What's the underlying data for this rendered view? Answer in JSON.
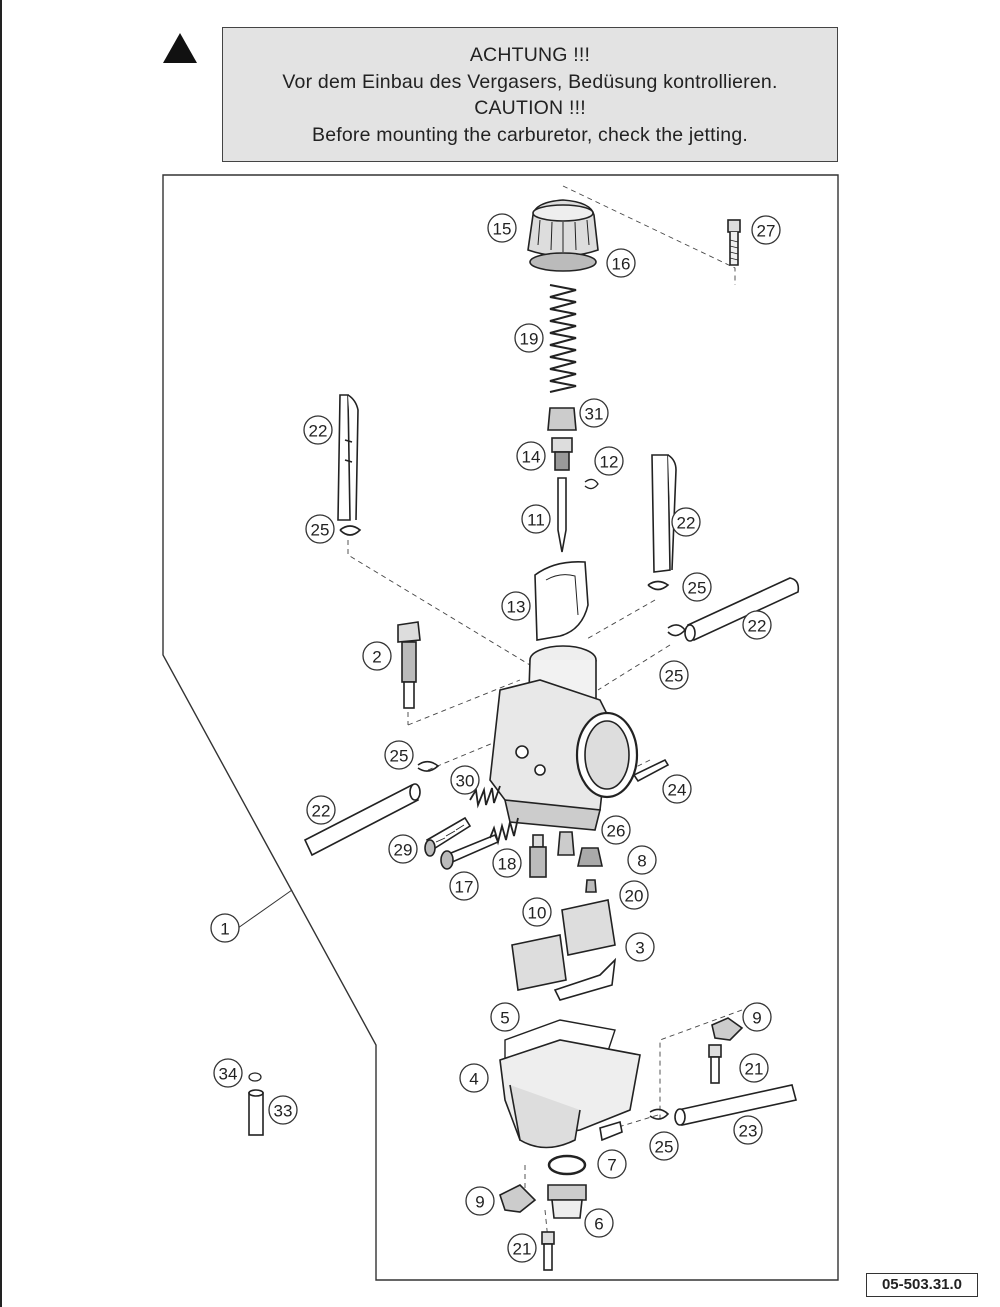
{
  "notice": {
    "line1": "ACHTUNG !!!",
    "line2": "Vor dem Einbau des Vergasers, Bedüsung kontrollieren.",
    "line3": "CAUTION !!!",
    "line4": "Before mounting the carburetor, check the jetting."
  },
  "warning_icon": "warning-triangle-icon",
  "document_number": "05-503.31.0",
  "callouts": [
    {
      "id": "c1",
      "label": "1"
    },
    {
      "id": "c2",
      "label": "2"
    },
    {
      "id": "c3",
      "label": "3"
    },
    {
      "id": "c4",
      "label": "4"
    },
    {
      "id": "c5",
      "label": "5"
    },
    {
      "id": "c6",
      "label": "6"
    },
    {
      "id": "c7",
      "label": "7"
    },
    {
      "id": "c8",
      "label": "8"
    },
    {
      "id": "c9a",
      "label": "9"
    },
    {
      "id": "c9b",
      "label": "9"
    },
    {
      "id": "c10",
      "label": "10"
    },
    {
      "id": "c11",
      "label": "11"
    },
    {
      "id": "c12",
      "label": "12"
    },
    {
      "id": "c13",
      "label": "13"
    },
    {
      "id": "c14",
      "label": "14"
    },
    {
      "id": "c15",
      "label": "15"
    },
    {
      "id": "c16",
      "label": "16"
    },
    {
      "id": "c17",
      "label": "17"
    },
    {
      "id": "c18",
      "label": "18"
    },
    {
      "id": "c19",
      "label": "19"
    },
    {
      "id": "c20",
      "label": "20"
    },
    {
      "id": "c21a",
      "label": "21"
    },
    {
      "id": "c21b",
      "label": "21"
    },
    {
      "id": "c22a",
      "label": "22"
    },
    {
      "id": "c22b",
      "label": "22"
    },
    {
      "id": "c22c",
      "label": "22"
    },
    {
      "id": "c22d",
      "label": "22"
    },
    {
      "id": "c23",
      "label": "23"
    },
    {
      "id": "c24",
      "label": "24"
    },
    {
      "id": "c25a",
      "label": "25"
    },
    {
      "id": "c25b",
      "label": "25"
    },
    {
      "id": "c25c",
      "label": "25"
    },
    {
      "id": "c25d",
      "label": "25"
    },
    {
      "id": "c25e",
      "label": "25"
    },
    {
      "id": "c26",
      "label": "26"
    },
    {
      "id": "c27",
      "label": "27"
    },
    {
      "id": "c29",
      "label": "29"
    },
    {
      "id": "c30",
      "label": "30"
    },
    {
      "id": "c31",
      "label": "31"
    },
    {
      "id": "c33",
      "label": "33"
    },
    {
      "id": "c34",
      "label": "34"
    }
  ]
}
